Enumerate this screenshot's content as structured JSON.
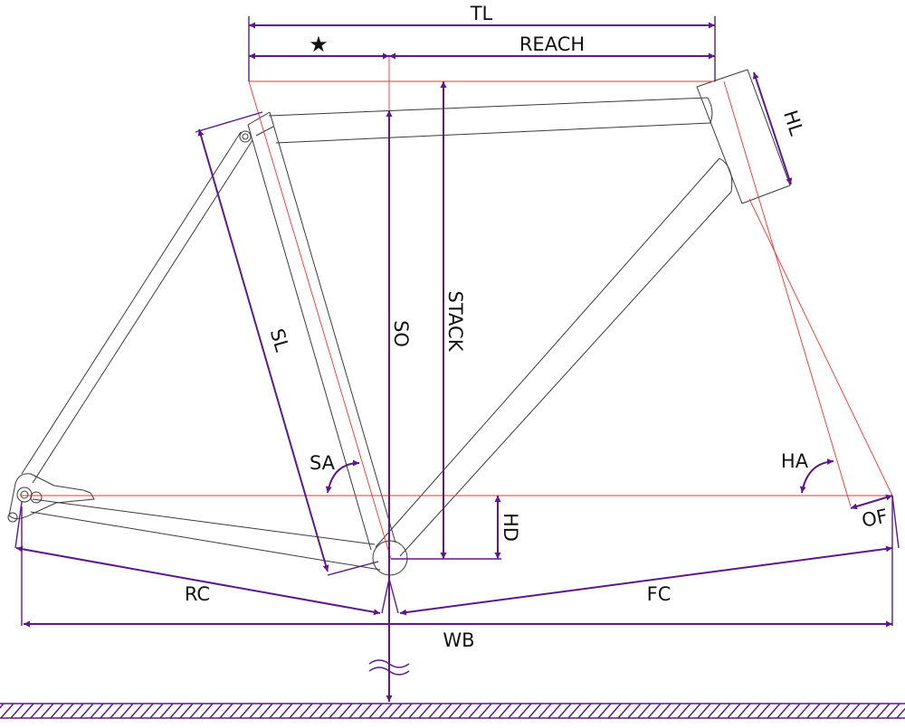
{
  "diagram": {
    "labels": {
      "tl": "TL",
      "star": "★",
      "reach": "REACH",
      "hl": "HL",
      "sl": "SL",
      "so": "SO",
      "stack": "STACK",
      "sa": "SA",
      "ha": "HA",
      "hd": "HD",
      "of": "OF",
      "rc": "RC",
      "fc": "FC",
      "wb": "WB"
    },
    "colors": {
      "dimension": "#5b1a8a",
      "reference": "#ee3333",
      "frame": "#3a3a3a"
    }
  }
}
